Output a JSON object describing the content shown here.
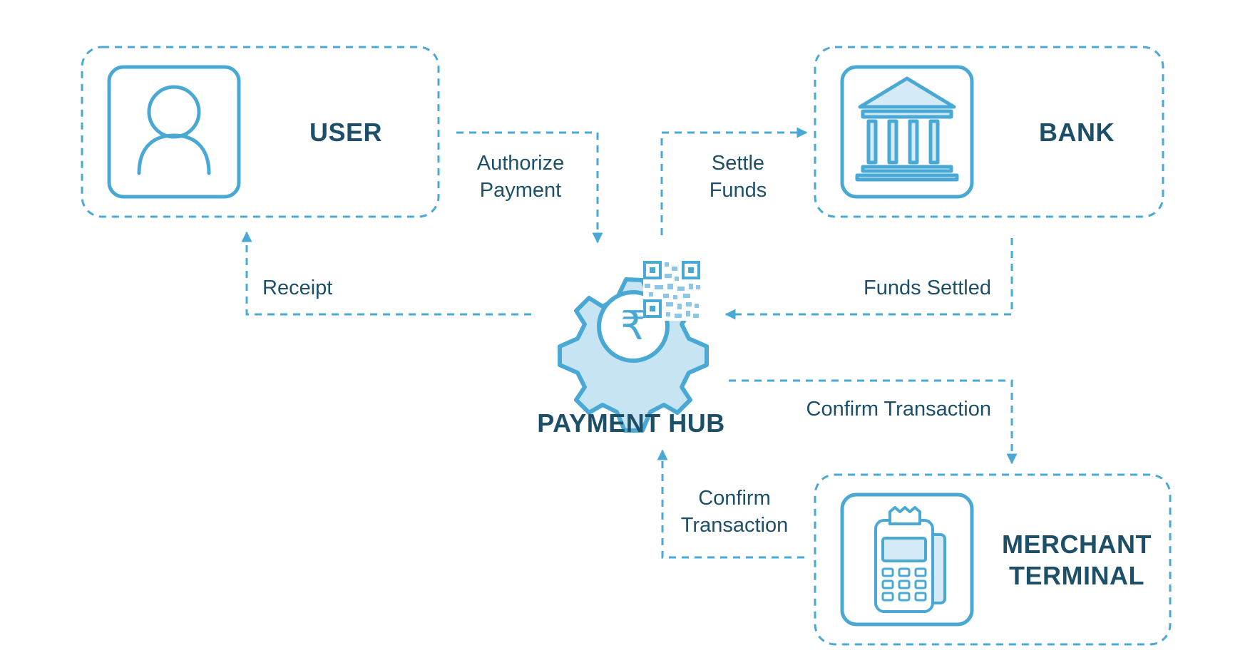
{
  "nodes": {
    "user": {
      "title": "USER"
    },
    "bank": {
      "title": "BANK"
    },
    "hub": {
      "title": "PAYMENT HUB",
      "currency_symbol": "₹"
    },
    "merchant": {
      "title": "MERCHANT\nTERMINAL"
    }
  },
  "edges": {
    "authorize": {
      "label": "Authorize\nPayment"
    },
    "settle": {
      "label": "Settle\nFunds"
    },
    "receipt": {
      "label": "Receipt"
    },
    "funds_settled": {
      "label": "Funds Settled"
    },
    "confirm_to_merchant": {
      "label": "Confirm Transaction"
    },
    "confirm_to_hub": {
      "label": "Confirm\nTransaction"
    }
  },
  "colors": {
    "accent": "#4aa9d4",
    "text": "#1d4f68",
    "icon_fill": "#d4ebf7"
  }
}
